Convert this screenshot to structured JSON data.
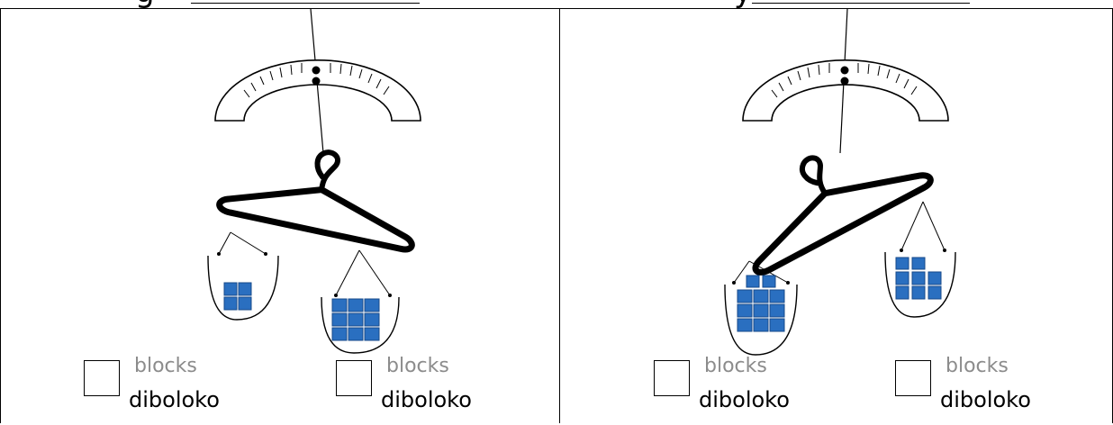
{
  "header": {
    "fragment_left": "g",
    "fragment_right": "y"
  },
  "panels": [
    {
      "left_bucket_blocks": 4,
      "right_bucket_blocks": 9,
      "answers": [
        {
          "english": "blocks",
          "sesotho": "diboloko"
        },
        {
          "english": "blocks",
          "sesotho": "diboloko"
        }
      ]
    },
    {
      "left_bucket_blocks": 11,
      "right_bucket_blocks": 8,
      "answers": [
        {
          "english": "blocks",
          "sesotho": "diboloko"
        },
        {
          "english": "blocks",
          "sesotho": "diboloko"
        }
      ]
    }
  ],
  "colors": {
    "block_fill": "#2a6fc0",
    "block_top": "#5a9ae0",
    "block_side": "#174a8a",
    "muted_text": "#8c8c8c"
  },
  "icons": [
    "scale-icon",
    "hanger-icon",
    "bucket-icon",
    "block-icon"
  ]
}
